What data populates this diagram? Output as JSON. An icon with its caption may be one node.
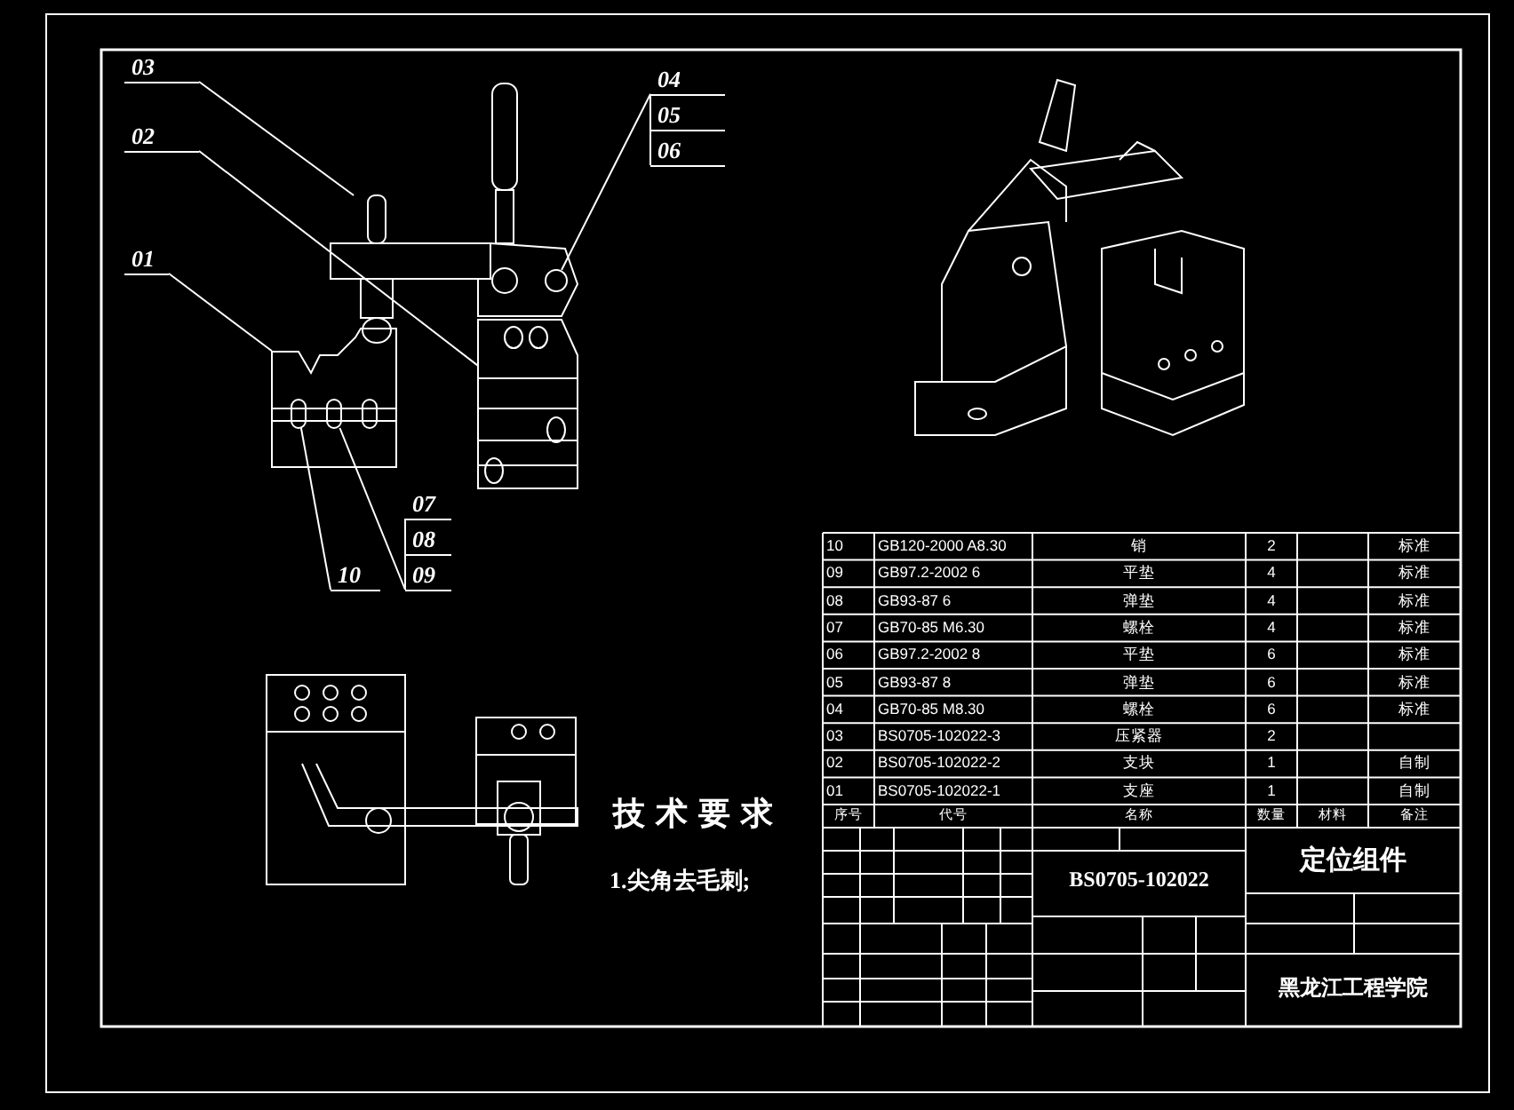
{
  "diagram": {
    "nodes": [
      {
        "text": [
          "03"
        ]
      },
      {
        "text": [
          "04"
        ]
      },
      {
        "text": [
          "05"
        ]
      },
      {
        "text": [
          "06"
        ]
      },
      {
        "text": [
          "02"
        ]
      },
      {
        "text": [
          "01"
        ]
      },
      {
        "text": [
          "07"
        ]
      },
      {
        "text": [
          "08"
        ]
      },
      {
        "text": [
          "09"
        ]
      },
      {
        "text": [
          "10"
        ]
      },
      {
        "text": [],
        "shape": "picture"
      },
      {
        "text": [],
        "shape": "picture"
      },
      {
        "text": [],
        "shape": "box",
        "in": 10
      },
      {
        "text": [],
        "shape": "box",
        "in": 10
      },
      {
        "text": [],
        "shape": "circle"
      },
      {
        "text": [],
        "shape": "picture"
      }
    ],
    "edges": [
      {
        "from": 0,
        "to": 11,
        "arrow": "none"
      },
      {
        "from": 1,
        "to": 14,
        "arrow": "none"
      },
      {
        "from": 2,
        "to": 14,
        "arrow": "none"
      },
      {
        "from": 3,
        "to": 14,
        "arrow": "none"
      },
      {
        "from": 4,
        "to": 15,
        "arrow": "none"
      },
      {
        "from": 5,
        "to": 10,
        "arrow": "none"
      },
      {
        "from": 6,
        "to": 13,
        "arrow": "none"
      },
      {
        "from": 7,
        "to": 13,
        "arrow": "none"
      },
      {
        "from": 8,
        "to": 13,
        "arrow": "none"
      },
      {
        "from": 9,
        "to": 12,
        "arrow": "none"
      }
    ],
    "labels": [
      "技术要求",
      "1.尖角去毛刺;",
      "10",
      "GB120-2000 A8.30",
      "销",
      "2",
      "标准",
      "09",
      "GB97.2-2002 6",
      "平垫",
      "4",
      "标准",
      "08",
      "GB93-87 6",
      "弹垫",
      "4",
      "标准",
      "07",
      "GB70-85 M6.30",
      "螺栓",
      "4",
      "标准",
      "06",
      "GB97.2-2002 8",
      "平垫",
      "6",
      "标准",
      "05",
      "GB93-87 8",
      "弹垫",
      "6",
      "标准",
      "04",
      "GB70-85 M8.30",
      "螺栓",
      "6",
      "标准",
      "03",
      "BS0705-102022-3",
      "压紧器",
      "2",
      "02",
      "BS0705-102022-2",
      "支块",
      "1",
      "自制",
      "01",
      "BS0705-102022-1",
      "支座",
      "1",
      "自制",
      "序号",
      "代号",
      "名称",
      "数量",
      "材料",
      "备注",
      "BS0705-102022",
      "定位组件",
      "黑龙江工程学院"
    ]
  }
}
